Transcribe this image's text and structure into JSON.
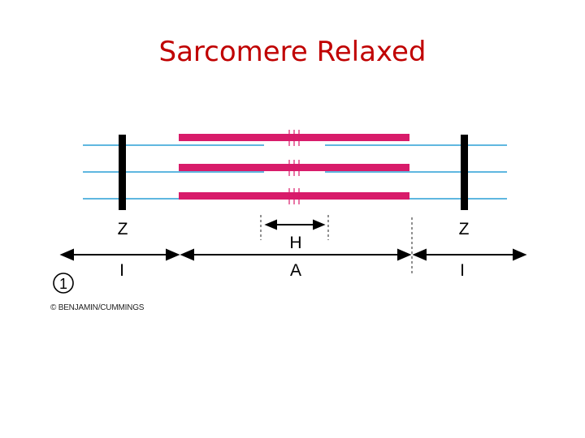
{
  "title": "Sarcomere Relaxed",
  "labels": {
    "z_left": "Z",
    "z_right": "Z",
    "h_zone": "H",
    "i_band_left": "I",
    "a_band": "A",
    "i_band_right": "I"
  },
  "step_number": "1",
  "copyright": "© BENJAMIN/CUMMINGS",
  "colors": {
    "title": "#c00000",
    "thick_filament": "#d81b6a",
    "thin_filament": "#2a9fd6",
    "z_disc": "#000000"
  }
}
